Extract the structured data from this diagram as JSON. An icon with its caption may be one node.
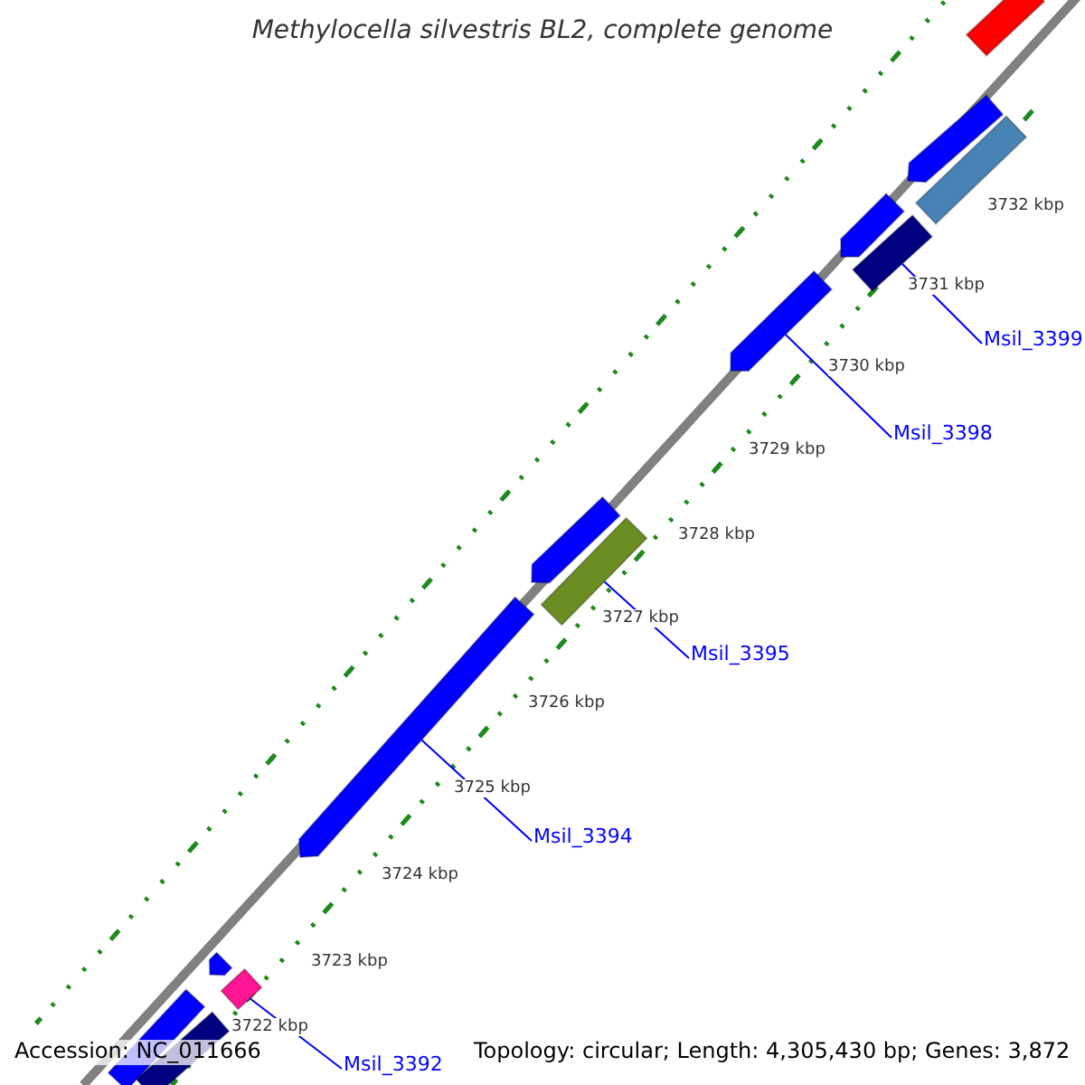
{
  "diagram": {
    "title": "Methylocella silvestris BL2, complete genome",
    "nodes": [
      {
        "text": [],
        "shape": "bar"
      },
      {
        "text": [],
        "shape": "arrow"
      },
      {
        "text": [],
        "shape": "bar"
      },
      {
        "text": [],
        "shape": "arrow"
      },
      {
        "text": [],
        "shape": "bar"
      },
      {
        "text": [
          "Msil_3399"
        ]
      },
      {
        "text": [],
        "shape": "arrow"
      },
      {
        "text": [
          "Msil_3398"
        ]
      },
      {
        "text": [],
        "shape": "arrow"
      },
      {
        "text": [],
        "shape": "bar"
      },
      {
        "text": [
          "Msil_3395"
        ]
      },
      {
        "text": [],
        "shape": "arrow"
      },
      {
        "text": [
          "Msil_3394"
        ]
      },
      {
        "text": [],
        "shape": "arrow"
      },
      {
        "text": [],
        "shape": "bar"
      },
      {
        "text": [],
        "shape": "bar"
      },
      {
        "text": [
          "Msil_3392"
        ]
      },
      {
        "text": [],
        "shape": "bar"
      }
    ],
    "edges": [
      {
        "from": 5,
        "to": 4,
        "arrow": "none"
      },
      {
        "from": 7,
        "to": 6,
        "arrow": "none"
      },
      {
        "from": 10,
        "to": 9,
        "arrow": "none"
      },
      {
        "from": 12,
        "to": 11,
        "arrow": "none"
      },
      {
        "from": 16,
        "to": 14,
        "arrow": "none"
      }
    ],
    "labels": [
      "3732 kbp",
      "3731 kbp",
      "3730 kbp",
      "3729 kbp",
      "3728 kbp",
      "3727 kbp",
      "3726 kbp",
      "3725 kbp",
      "3724 kbp",
      "3723 kbp",
      "3722 kbp",
      "Accession: NC_011666",
      "Topology: circular; Length: 4,305,430 bp; Genes: 3,872"
    ]
  }
}
